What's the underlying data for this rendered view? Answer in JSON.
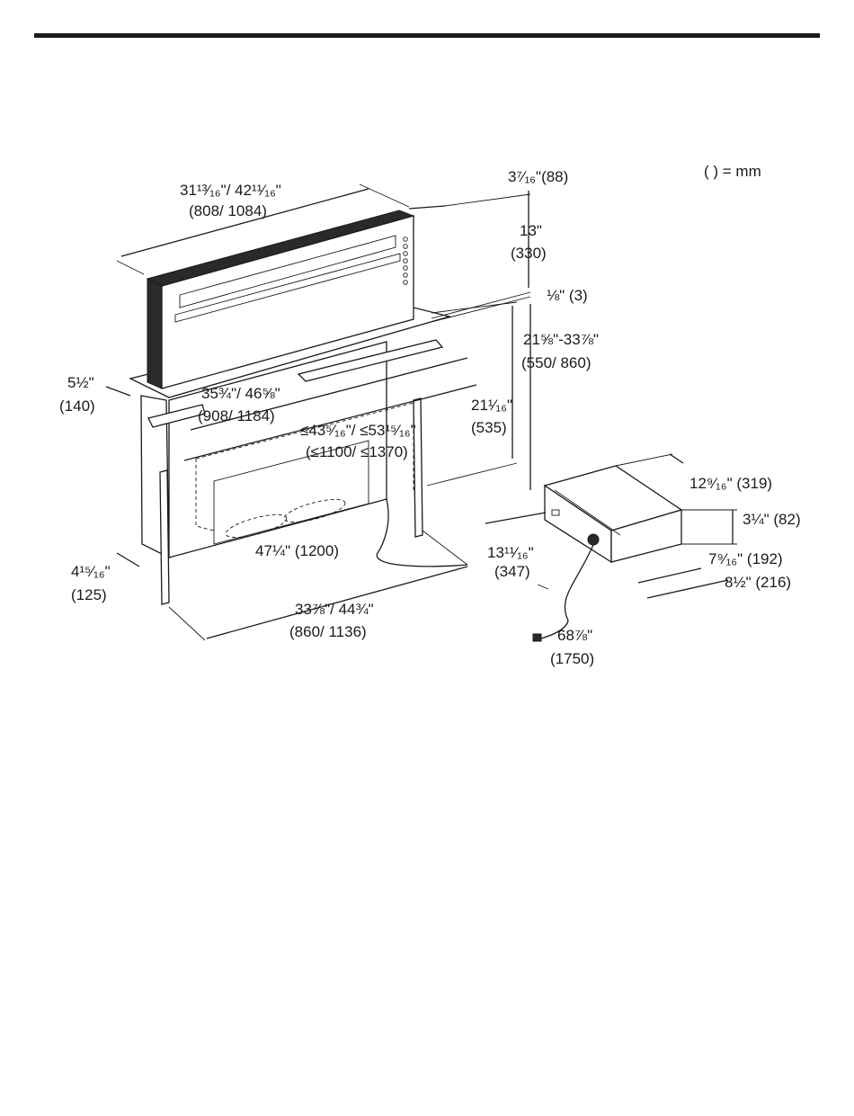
{
  "legend": "( ) = mm",
  "labels": {
    "hood_width": "31¹³⁄₁₆\"/ 42¹¹⁄₁₆\"",
    "hood_width_mm": "(808/ 1084)",
    "top_depth": "3⁷⁄₁₆\"(88)",
    "rise": "13\"",
    "rise_mm": "(330)",
    "gap": "⅛\" (3)",
    "install_height": "21⅝\"-33⅞\"",
    "install_height_mm": "(550/ 860)",
    "left_depth": "5½\"",
    "left_depth_mm": "(140)",
    "bracket_width": "35¾\"/ 46⅝\"",
    "bracket_width_mm": "(908/ 1184)",
    "cutout_width": "≤43⁵⁄₁₆\"/ ≤53¹⁵⁄₁₆\"",
    "cutout_width_mm": "(≤1100/ ≤1370)",
    "body_height": "21¹⁄₁₆\"",
    "body_height_mm": "(535)",
    "bottom_depth": "4¹⁵⁄₁₆\"",
    "bottom_depth_mm": "(125)",
    "cable_length": "47¼\" (1200)",
    "base_width": "33⅞\"/ 44¾\"",
    "base_width_mm": "(860/ 1136)",
    "box_to_blower": "13¹¹⁄₁₆\"",
    "box_to_blower_mm": "(347)",
    "box_depth": "12⁹⁄₁₆\" (319)",
    "box_height": "3¼\" (82)",
    "box_width_a": "7⁹⁄₁₆\" (192)",
    "box_width_b": "8½\" (216)",
    "cord_length": "68⅞\"",
    "cord_length_mm": "(1750)"
  }
}
